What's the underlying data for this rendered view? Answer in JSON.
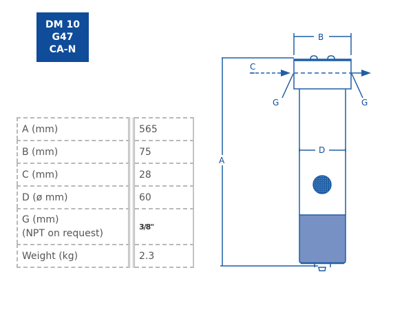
{
  "badge": {
    "line1": "DM 10",
    "line2": "G47",
    "line3": "CA-N",
    "color": "#0f4c99"
  },
  "specs": {
    "rows": [
      {
        "label": "A (mm)",
        "value": "565"
      },
      {
        "label": "B (mm)",
        "value": "75"
      },
      {
        "label": "C (mm)",
        "value": "28"
      },
      {
        "label": "D (ø mm)",
        "value": "60"
      },
      {
        "label": "G (mm)",
        "label2": "(NPT on request)",
        "value": "3/8\""
      },
      {
        "label": "Weight (kg)",
        "value": "2.3"
      }
    ]
  },
  "drawing": {
    "labels": {
      "A": "A",
      "B": "B",
      "C": "C",
      "D": "D",
      "G_left": "G",
      "G_right": "G"
    },
    "line_color": "#1f5fa6",
    "fill_color": "#7891c4"
  }
}
